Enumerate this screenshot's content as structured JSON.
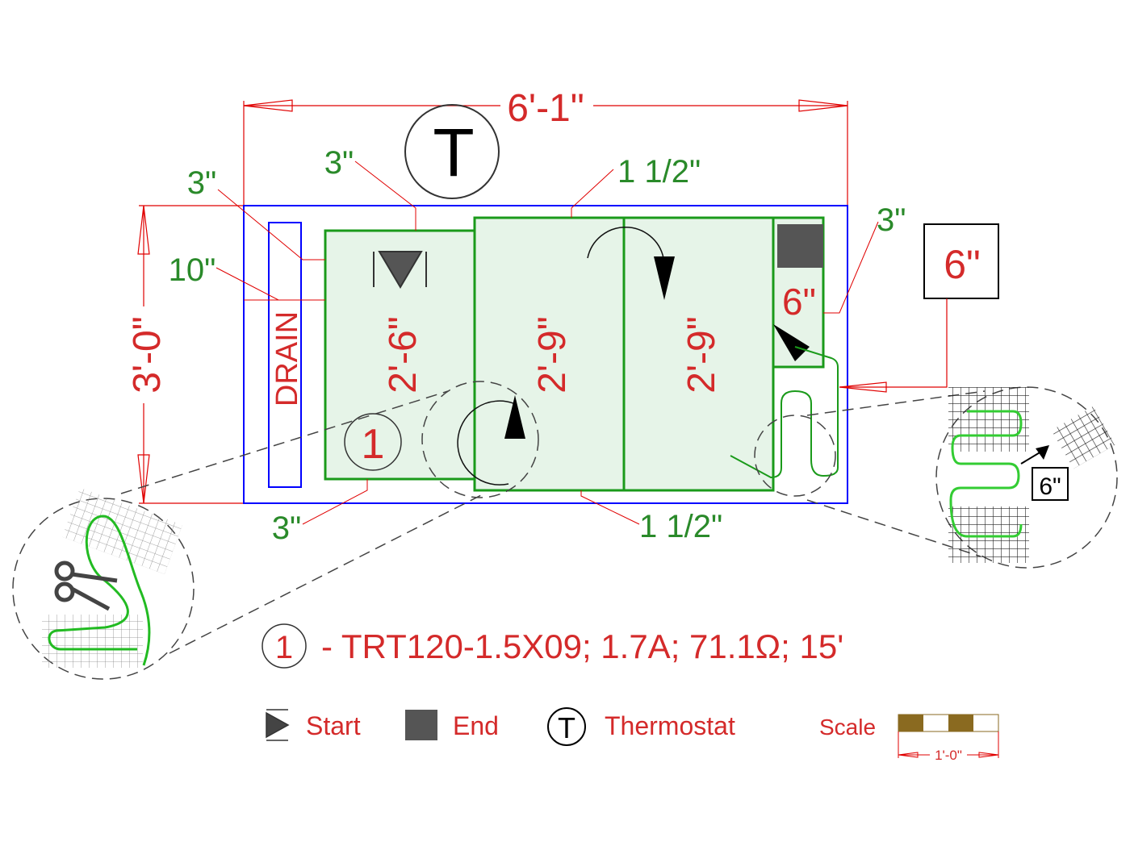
{
  "dimensions": {
    "overall_width": "6'-1\"",
    "overall_height": "3'-0\"",
    "panel1_length": "2'-6\"",
    "panel2_length": "2'-9\"",
    "panel3_length": "2'-9\"",
    "small_panel": "6\"",
    "callout_box": "6\"",
    "zoom_box": "6\""
  },
  "clearances": {
    "left_top": "3\"",
    "left_mid": "10\"",
    "top_panel1": "3\"",
    "top_panel2": "1 1/2\"",
    "right": "3\"",
    "bottom_panel1": "3\"",
    "bottom_panel2": "1 1/2\""
  },
  "drain_label": "DRAIN",
  "thermostat_symbol": "T",
  "circuit_marker": "1",
  "spec": {
    "marker": "1",
    "text": "- TRT120-1.5X09; 1.7A; 71.1Ω; 15'"
  },
  "legend": {
    "start": "Start",
    "end": "End",
    "thermostat_symbol": "T",
    "thermostat": "Thermostat",
    "scale": "Scale",
    "scale_length": "1'-0\""
  },
  "colors": {
    "outline": "#0000ff",
    "dimension": "#e00000",
    "mat": "#1a9a1a",
    "mat_fill": "#e6f4e8",
    "scale_dark": "#8a6a20"
  }
}
